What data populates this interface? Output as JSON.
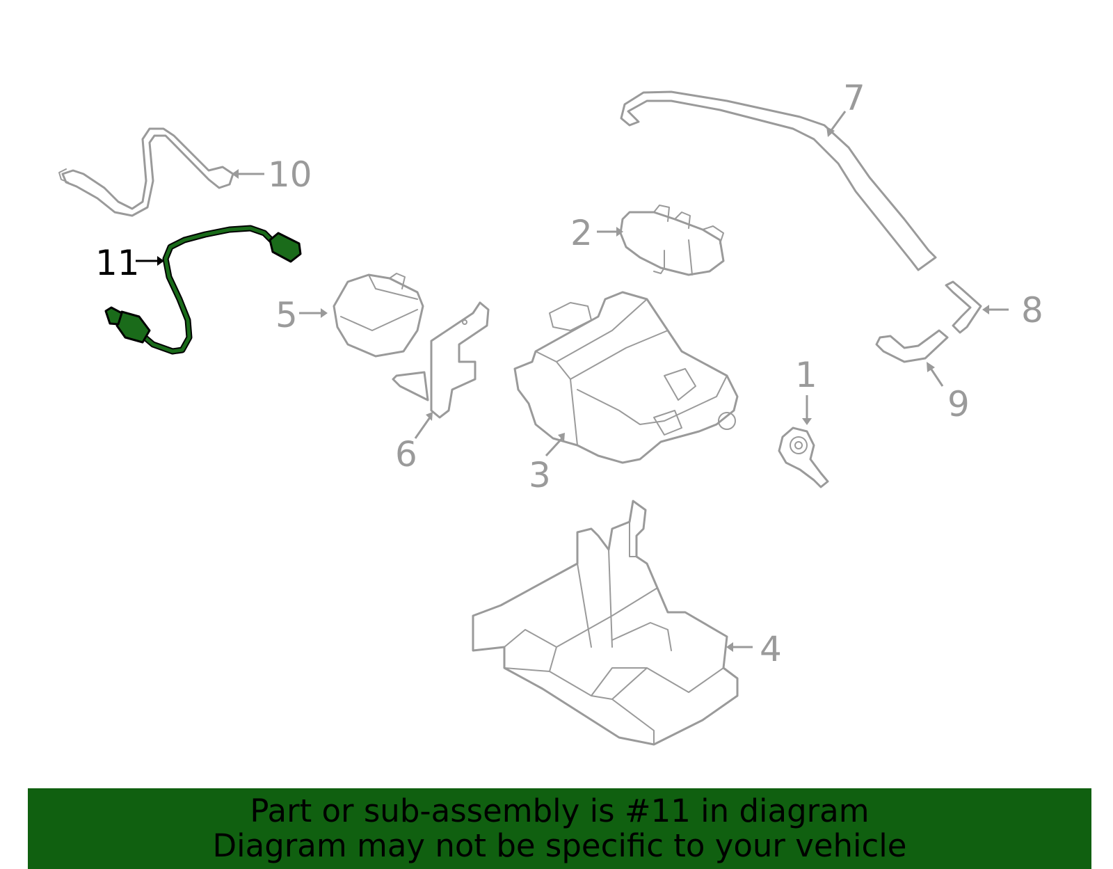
{
  "callouts": [
    {
      "id": "1",
      "label": "1"
    },
    {
      "id": "2",
      "label": "2"
    },
    {
      "id": "3",
      "label": "3"
    },
    {
      "id": "4",
      "label": "4"
    },
    {
      "id": "5",
      "label": "5"
    },
    {
      "id": "6",
      "label": "6"
    },
    {
      "id": "7",
      "label": "7"
    },
    {
      "id": "8",
      "label": "8"
    },
    {
      "id": "9",
      "label": "9"
    },
    {
      "id": "10",
      "label": "10"
    },
    {
      "id": "11",
      "label": "11"
    }
  ],
  "highlighted_part": "11",
  "banner": {
    "line1": "Part or sub-assembly is #11 in diagram",
    "line2": "Diagram may not be specific to your vehicle"
  },
  "colors": {
    "highlight": "#1a6b1a",
    "banner_bg": "#106010",
    "part_stroke": "#9a9a9a"
  }
}
